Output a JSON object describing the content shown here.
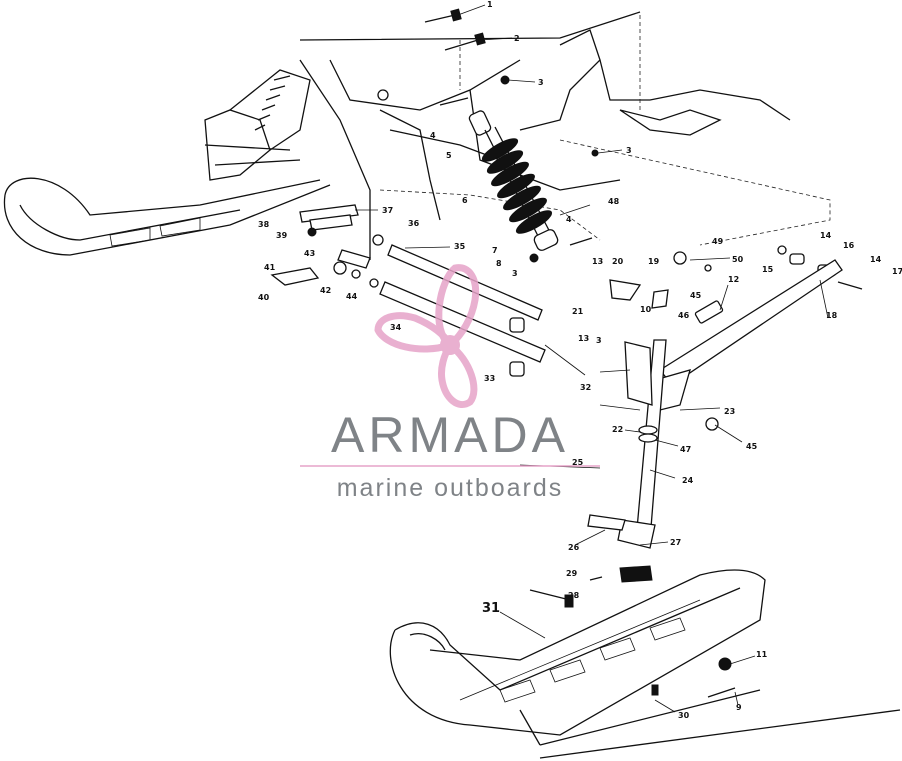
{
  "watermark": {
    "brand": "ARMADA",
    "tagline": "marine outboards",
    "color_primary": "#7f8387",
    "color_accent": "#e6a3c8"
  },
  "callouts": [
    {
      "id": "c1",
      "label": "1"
    },
    {
      "id": "c2",
      "label": "2"
    },
    {
      "id": "c3a",
      "label": "3"
    },
    {
      "id": "c4a",
      "label": "4"
    },
    {
      "id": "c5",
      "label": "5"
    },
    {
      "id": "c6",
      "label": "6"
    },
    {
      "id": "c3b",
      "label": "3"
    },
    {
      "id": "c48",
      "label": "48"
    },
    {
      "id": "c4b",
      "label": "4"
    },
    {
      "id": "c7",
      "label": "7"
    },
    {
      "id": "c8",
      "label": "8"
    },
    {
      "id": "c3c",
      "label": "3"
    },
    {
      "id": "c49",
      "label": "49"
    },
    {
      "id": "c50",
      "label": "50"
    },
    {
      "id": "c14a",
      "label": "14"
    },
    {
      "id": "c16",
      "label": "16"
    },
    {
      "id": "c15",
      "label": "15"
    },
    {
      "id": "c14b",
      "label": "14"
    },
    {
      "id": "c17",
      "label": "17"
    },
    {
      "id": "c12",
      "label": "12"
    },
    {
      "id": "c18",
      "label": "18"
    },
    {
      "id": "c37",
      "label": "37"
    },
    {
      "id": "c36",
      "label": "36"
    },
    {
      "id": "c38",
      "label": "38"
    },
    {
      "id": "c39",
      "label": "39"
    },
    {
      "id": "c35",
      "label": "35"
    },
    {
      "id": "c43",
      "label": "43"
    },
    {
      "id": "c41",
      "label": "41"
    },
    {
      "id": "c42",
      "label": "42"
    },
    {
      "id": "c40",
      "label": "40"
    },
    {
      "id": "c44",
      "label": "44"
    },
    {
      "id": "c13a",
      "label": "13"
    },
    {
      "id": "c20",
      "label": "20"
    },
    {
      "id": "c19",
      "label": "19"
    },
    {
      "id": "c45a",
      "label": "45"
    },
    {
      "id": "c21",
      "label": "21"
    },
    {
      "id": "c10",
      "label": "10"
    },
    {
      "id": "c3d",
      "label": "3"
    },
    {
      "id": "c46",
      "label": "46"
    },
    {
      "id": "c34",
      "label": "34"
    },
    {
      "id": "c33",
      "label": "33"
    },
    {
      "id": "c13b",
      "label": "13"
    },
    {
      "id": "c32",
      "label": "32"
    },
    {
      "id": "c23",
      "label": "23"
    },
    {
      "id": "c22",
      "label": "22"
    },
    {
      "id": "c47",
      "label": "47"
    },
    {
      "id": "c45b",
      "label": "45"
    },
    {
      "id": "c25",
      "label": "25"
    },
    {
      "id": "c24",
      "label": "24"
    },
    {
      "id": "c26",
      "label": "26"
    },
    {
      "id": "c27",
      "label": "27"
    },
    {
      "id": "c29",
      "label": "29"
    },
    {
      "id": "c28",
      "label": "28"
    },
    {
      "id": "c31",
      "label": "31"
    },
    {
      "id": "c11",
      "label": "11"
    },
    {
      "id": "c9",
      "label": "9"
    },
    {
      "id": "c30",
      "label": "30"
    }
  ]
}
